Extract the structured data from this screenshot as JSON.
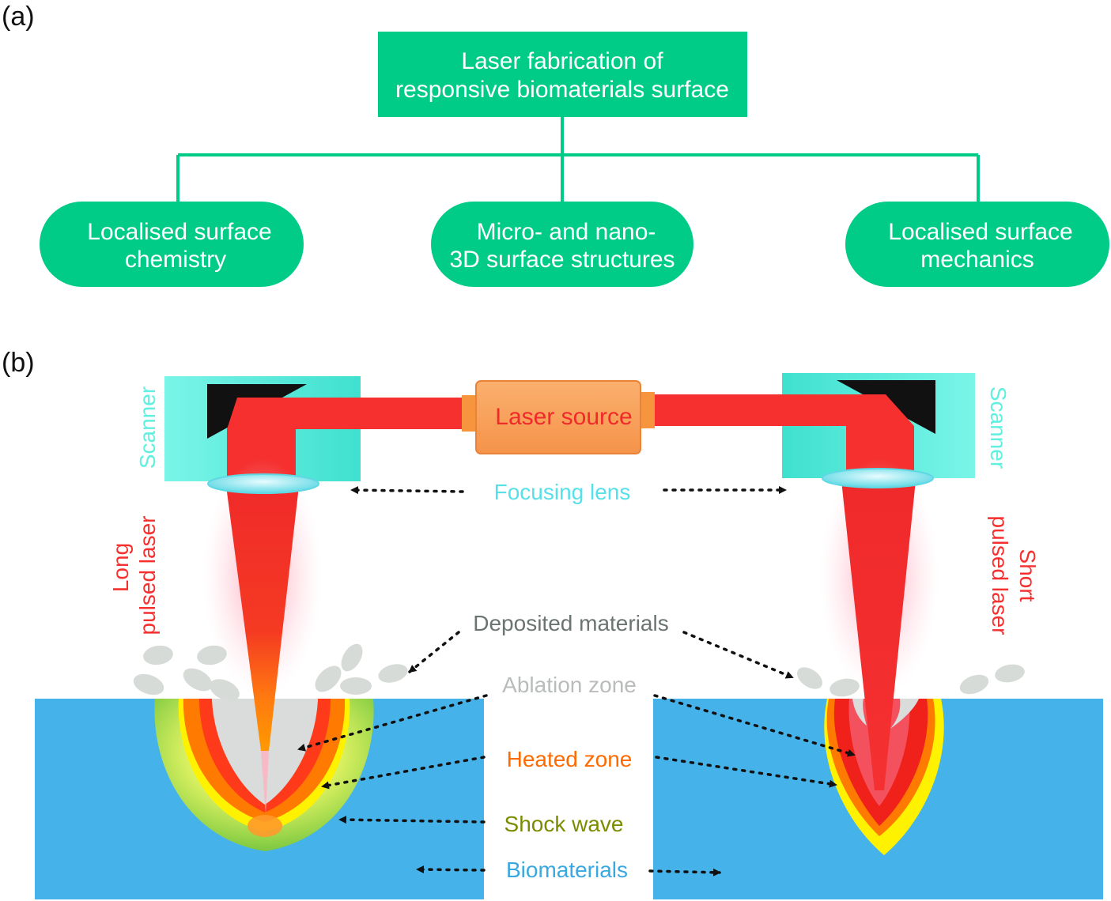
{
  "panel_a": {
    "label": "(a)",
    "root": {
      "line1": "Laser fabrication of",
      "line2": "responsive biomaterials surface"
    },
    "children": [
      {
        "line1": "Localised surface",
        "line2": "chemistry"
      },
      {
        "line1": "Micro- and nano-",
        "line2": "3D surface structures"
      },
      {
        "line1": "Localised surface",
        "line2": "mechanics"
      }
    ]
  },
  "panel_b": {
    "label": "(b)",
    "laser_source": "Laser source",
    "scanner_left": "Scanner",
    "scanner_right": "Scanner",
    "focusing_lens": "Focusing lens",
    "long_pulsed": {
      "line1": "Long",
      "line2": "pulsed laser"
    },
    "short_pulsed": {
      "line1": "Short",
      "line2": "pulsed laser"
    },
    "deposited_materials": "Deposited materials",
    "ablation_zone": "Ablation zone",
    "heated_zone": "Heated zone",
    "shock_wave": "Shock wave",
    "biomaterials": "Biomaterials"
  },
  "colors": {
    "green": "#00cc88",
    "laser_red": "#f5302f",
    "scanner_cyan": "#55e8d8",
    "lens_cyan": "#66e0e8",
    "source_orange": "#f9a15c",
    "substrate_blue": "#45b3ea",
    "heated_orange": "#ff6a00",
    "shock_olive": "#7b8c00",
    "deposit_grey": "#d7dbd8",
    "label_grey": "#6a7470",
    "biomaterials_blue": "#3aa8e0"
  }
}
